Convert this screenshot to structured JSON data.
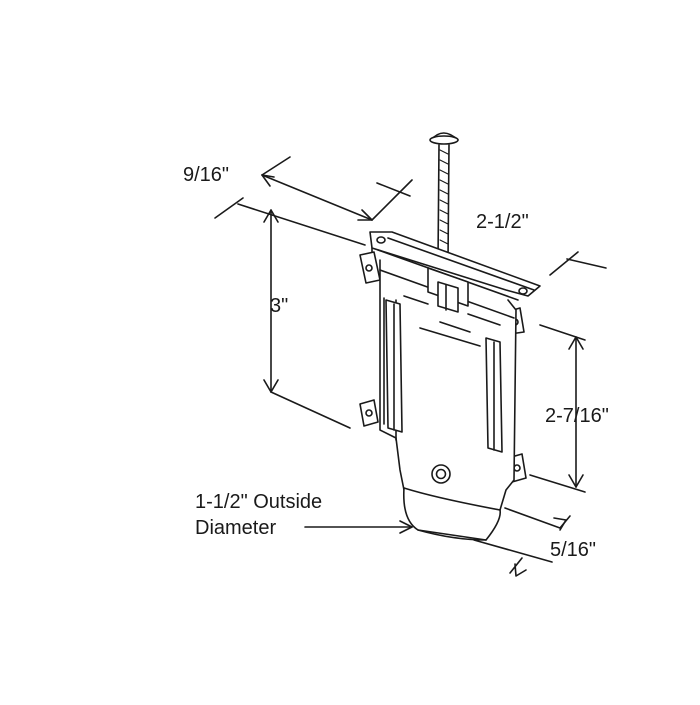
{
  "dimensions": {
    "width_top": "9/16\"",
    "bolt_length": "2-1/2\"",
    "height": "3\"",
    "body_height": "2-7/16\"",
    "wheel_width": "5/16\"",
    "wheel_diameter_line1": "1-1/2\" Outside",
    "wheel_diameter_line2": "Diameter"
  },
  "colors": {
    "line": "#1a1a1a",
    "background": "#ffffff"
  }
}
